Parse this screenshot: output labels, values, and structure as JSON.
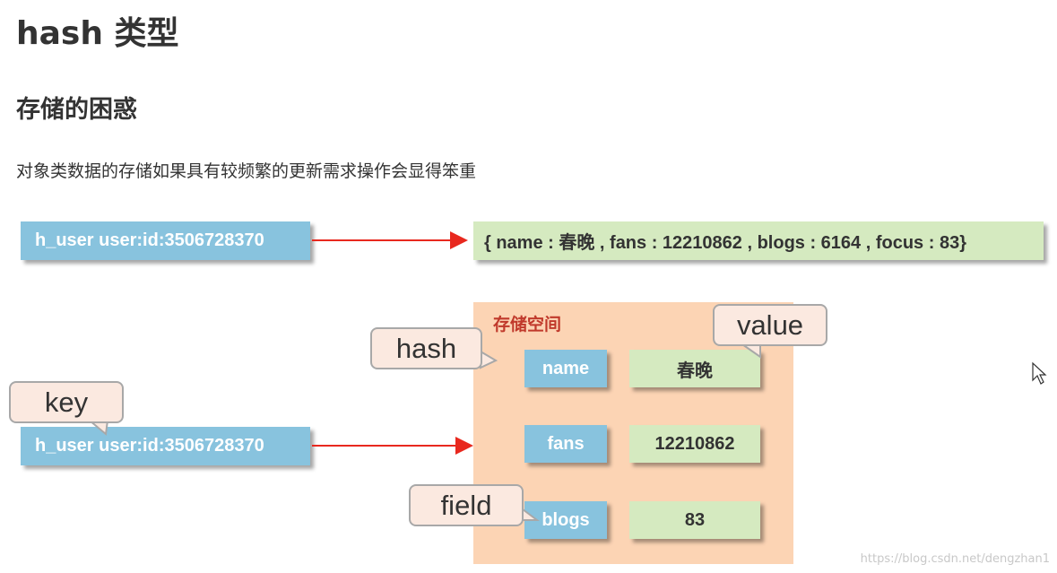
{
  "heading": "hash 类型",
  "subheading": "存储的困惑",
  "description": "对象类数据的存储如果具有较频繁的更新需求操作会显得笨重",
  "key_top": "h_user user:id:3506728370",
  "value_top": "{ name : 春晚 , fans : 12210862 , blogs : 6164 , focus : 83}",
  "key_bottom": "h_user user:id:3506728370",
  "storage_label": "存储空间",
  "fields": [
    {
      "field": "name",
      "value": "春晚"
    },
    {
      "field": "fans",
      "value": "12210862"
    },
    {
      "field": "blogs",
      "value": "83"
    }
  ],
  "callouts": {
    "hash": "hash",
    "value": "value",
    "key": "key",
    "field": "field"
  },
  "watermark": "https://blog.csdn.net/dengzhan1",
  "colors": {
    "key_box": "#88c3de",
    "value_box": "#d5eac0",
    "storage": "#fcd4b4",
    "arrow": "#e8281e",
    "callout_bg": "#fbe9e0"
  },
  "icons": [
    "arrow-right-icon",
    "mouse-cursor-icon"
  ]
}
